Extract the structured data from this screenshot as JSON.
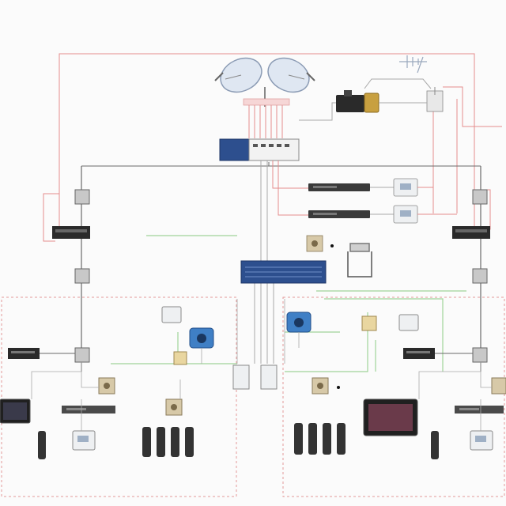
{
  "colors": {
    "red_wire": "#e58c8c",
    "red_dash": "#e39a9a",
    "grey_wire": "#a8a8a8",
    "green_wire": "#9fd49a",
    "dark_wire": "#6a6a6a",
    "device_dark": "#2a2a2a",
    "device_blue": "#2d4f8e",
    "panel_bg": "#f4f4f4"
  },
  "icons": {
    "satellite_dish": "satellite-dish-icon",
    "antenna": "antenna-icon",
    "receiver": "receiver-icon",
    "multiswitch": "multiswitch-icon",
    "splitter": "splitter-icon",
    "modulator": "modulator-icon",
    "tv": "tv-icon",
    "remote": "remote-icon",
    "socket": "wall-socket-icon",
    "camera": "camera-icon",
    "amplifier": "amplifier-icon"
  },
  "zones": [
    {
      "id": "zone-left",
      "style": "dashed-red"
    },
    {
      "id": "zone-right",
      "style": "dashed-red"
    }
  ]
}
